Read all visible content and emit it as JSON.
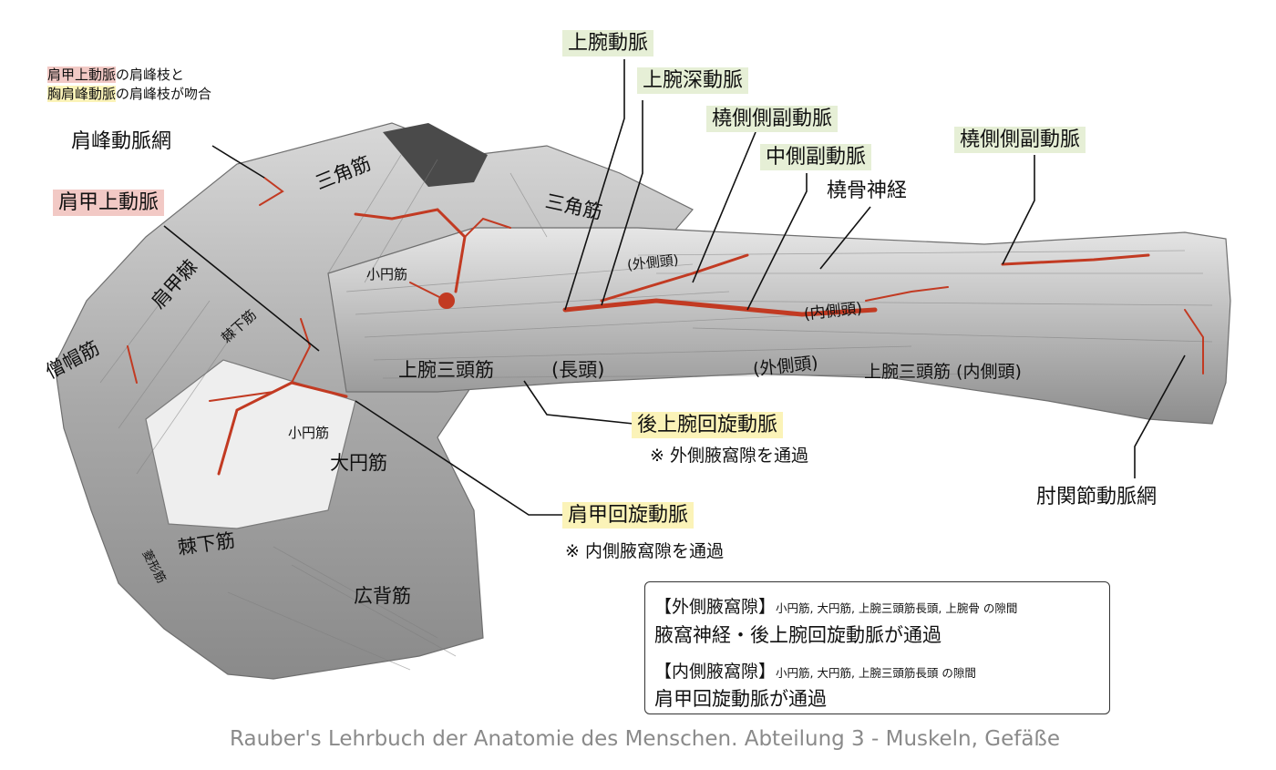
{
  "note": {
    "line1_red": "肩甲上動脈",
    "line1_rest": "の肩峰枝と",
    "line2_yellow": "胸肩峰動脈",
    "line2_rest": "の肩峰枝が吻合"
  },
  "labels": {
    "acromial_network": "肩峰動脈網",
    "suprascapular_artery": "肩甲上動脈",
    "brachial_artery": "上腕動脈",
    "deep_brachial_artery": "上腕深動脈",
    "radial_collateral_1": "橈側側副動脈",
    "middle_collateral": "中側副動脈",
    "radial_nerve": "橈骨神経",
    "radial_collateral_2": "橈側側副動脈",
    "posterior_circumflex": "後上腕回旋動脈",
    "posterior_circumflex_note": "※ 外側腋窩隙を通過",
    "circumflex_scapular": "肩甲回旋動脈",
    "circumflex_scapular_note": "※ 内側腋窩隙を通過",
    "elbow_network": "肘関節動脈網"
  },
  "muscles": {
    "deltoid_1": "三角筋",
    "deltoid_2": "三角筋",
    "scapular_spine": "肩甲棘",
    "trapezius": "僧帽筋",
    "supraspinatus": "棘下筋",
    "teres_minor_1": "小円筋",
    "teres_minor_2": "小円筋",
    "triceps_long": "上腕三頭筋",
    "long_head": "(長頭)",
    "lateral_head_1": "(外側頭)",
    "medial_head_1": "(内側頭)",
    "lateral_head_2": "(外側頭)",
    "triceps_medial": "上腕三頭筋 (内側頭)",
    "teres_major": "大円筋",
    "infraspinatus": "棘下筋",
    "rhomboid": "菱形筋",
    "latissimus": "広背筋"
  },
  "infobox": {
    "lateral_title": "【外側腋窩隙】",
    "lateral_bounds": "小円筋, 大円筋, 上腕三頭筋長頭, 上腕骨 の隙間",
    "lateral_passes": "腋窩神経・後上腕回旋動脈が通過",
    "medial_title": "【内側腋窩隙】",
    "medial_bounds": "小円筋, 大円筋, 上腕三頭筋長頭 の隙間",
    "medial_passes": "肩甲回旋動脈が通過"
  },
  "credit": "Rauber's Lehrbuch der Anatomie des Menschen. Abteilung 3 - Muskeln, Gefäße",
  "colors": {
    "artery": "#c23a22",
    "muscle": "#bdbdbd",
    "highlight_red": "#f2c9c5",
    "highlight_green": "#e6efd6",
    "highlight_yellow": "#fbf3b8"
  }
}
